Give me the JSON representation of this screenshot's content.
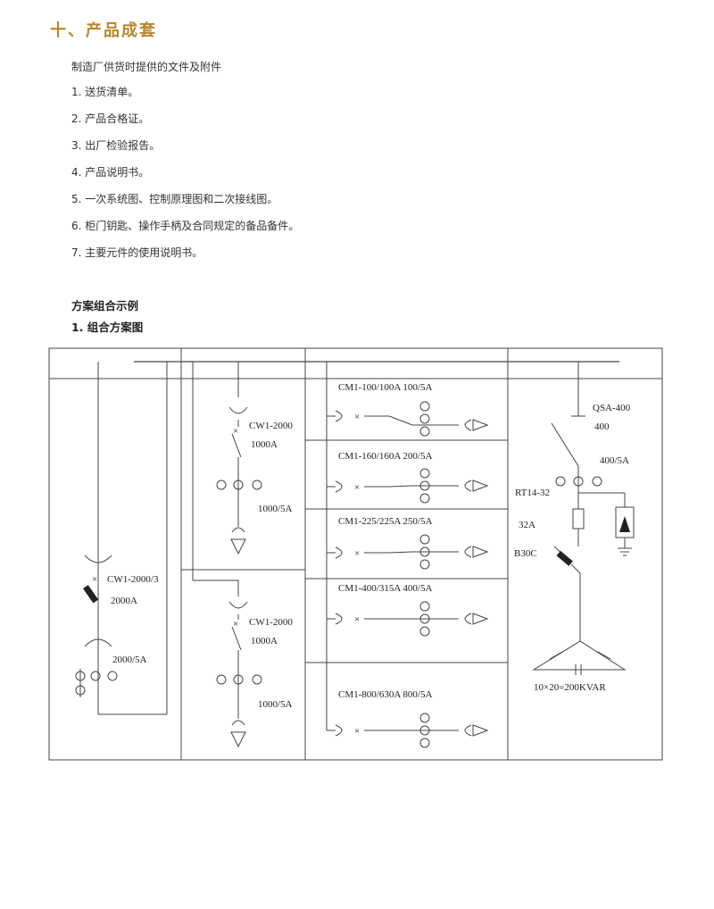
{
  "section_title": "十、产品成套",
  "intro": "制造厂供货时提供的文件及附件",
  "documents": [
    "1. 送货清单。",
    "2. 产品合格证。",
    "3. 出厂检验报告。",
    "4. 产品说明书。",
    "5. 一次系统图、控制原理图和二次接线图。",
    "6. 柜门钥匙、操作手柄及合同规定的备品备件。",
    "7. 主要元件的使用说明书。"
  ],
  "scheme_title": "方案组合示例",
  "scheme_subtitle": "1. 组合方案图",
  "diagram": {
    "col1": {
      "breaker": "CW1-2000/3",
      "rating": "2000A",
      "ct": "2000/5A"
    },
    "col2_top": {
      "breaker": "CW1-2000",
      "rating": "1000A",
      "ct": "1000/5A"
    },
    "col2_bottom": {
      "breaker": "CW1-2000",
      "rating": "1000A",
      "ct": "1000/5A"
    },
    "feeders": [
      "CM1-100/100A  100/5A",
      "CM1-160/160A  200/5A",
      "CM1-225/225A  250/5A",
      "CM1-400/315A  400/5A",
      "CM1-800/630A  800/5A"
    ],
    "col4": {
      "switch": "QSA-400",
      "switch_rating": "400",
      "ct": "400/5A",
      "fuse": "RT14-32",
      "fuse_rating": "32A",
      "contactor": "B30C",
      "capacitor": "10×20=200KVAR"
    }
  }
}
